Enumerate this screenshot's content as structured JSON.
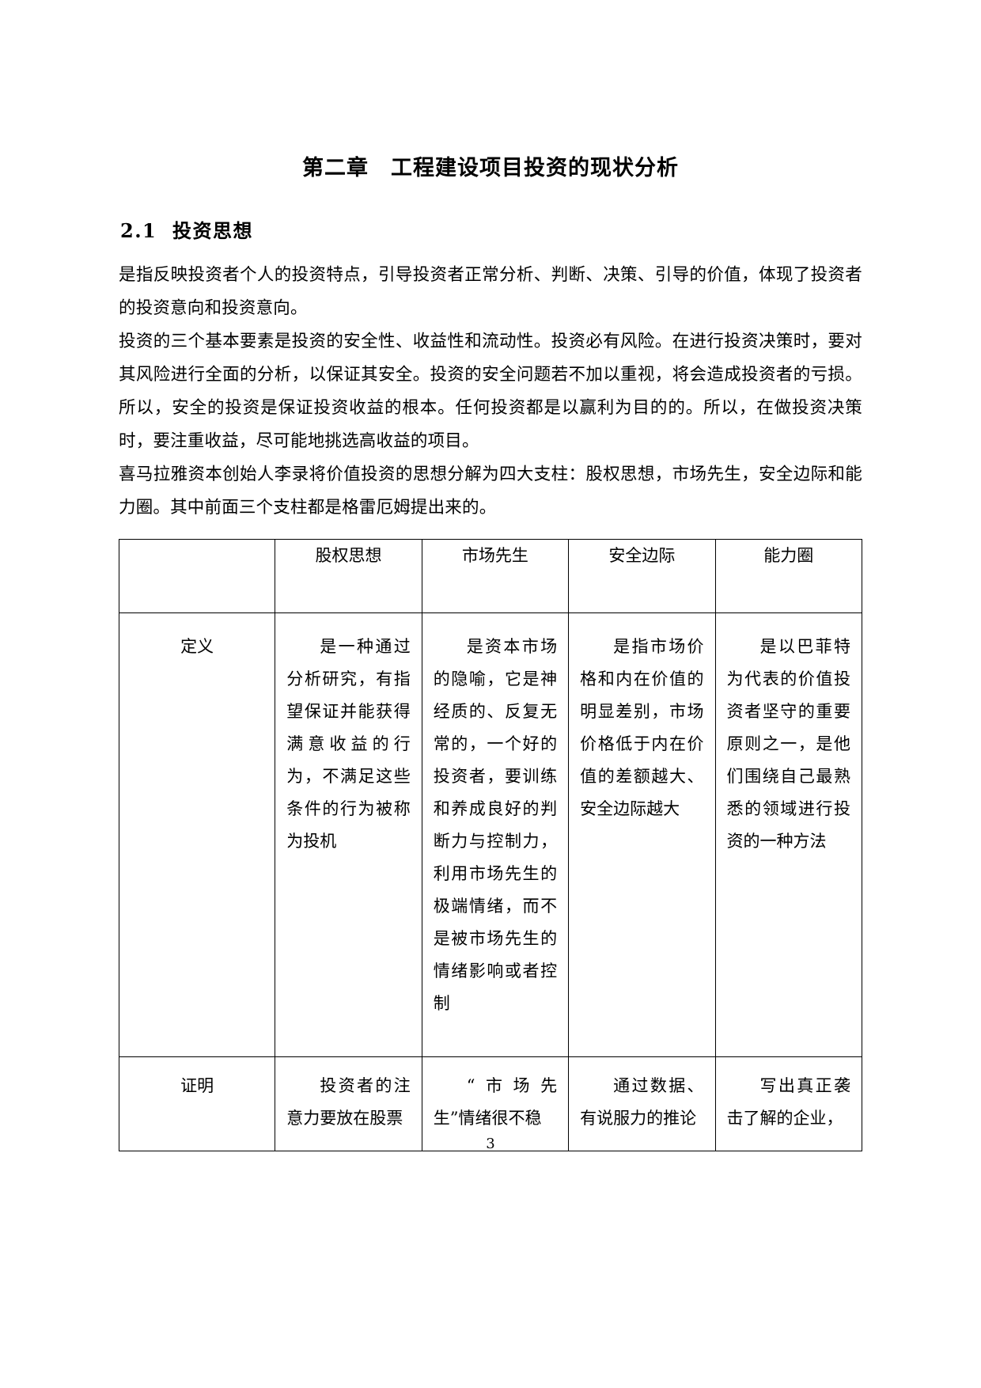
{
  "document": {
    "chapter_title": "第二章　工程建设项目投资的现状分析",
    "section_heading": "2.1  投资思想",
    "page_number": "3",
    "paragraphs": [
      "是指反映投资者个人的投资特点，引导投资者正常分析、判断、决策、引导的价值，体现了投资者的投资意向和投资意向。",
      "投资的三个基本要素是投资的安全性、收益性和流动性。投资必有风险。在进行投资决策时，要对其风险进行全面的分析，以保证其安全。投资的安全问题若不加以重视，将会造成投资者的亏损。所以，安全的投资是保证投资收益的根本。任何投资都是以赢利为目的的。所以，在做投资决策时，要注重收益，尽可能地挑选高收益的项目。",
      "喜马拉雅资本创始人李录将价值投资的思想分解为四大支柱：股权思想，市场先生，安全边际和能力圈。其中前面三个支柱都是格雷厄姆提出来的。"
    ],
    "table": {
      "headers": [
        "",
        "股权思想",
        "市场先生",
        "安全边际",
        "能力圈"
      ],
      "rows": [
        {
          "label": "定义",
          "cells": [
            "是一种通过分析研究，有指望保证并能获得满意收益的行为，不满足这些条件的行为被称为投机",
            "是资本市场的隐喻，它是神经质的、反复无常的，一个好的投资者，要训练和养成良好的判断力与控制力，利用市场先生的极端情绪，而不是被市场先生的情绪影响或者控制",
            "是指市场价格和内在价值的明显差别，市场价格低于内在价值的差额越大、安全边际越大",
            "是以巴菲特为代表的价值投资者坚守的重要原则之一，是他们围绕自己最熟悉的领域进行投资的一种方法"
          ]
        },
        {
          "label": "证明",
          "cells": [
            "投资者的注意力要放在股票",
            "“市场先生”情绪很不稳",
            "通过数据、有说服力的推论",
            "写出真正袭击了解的企业，"
          ]
        }
      ]
    }
  }
}
